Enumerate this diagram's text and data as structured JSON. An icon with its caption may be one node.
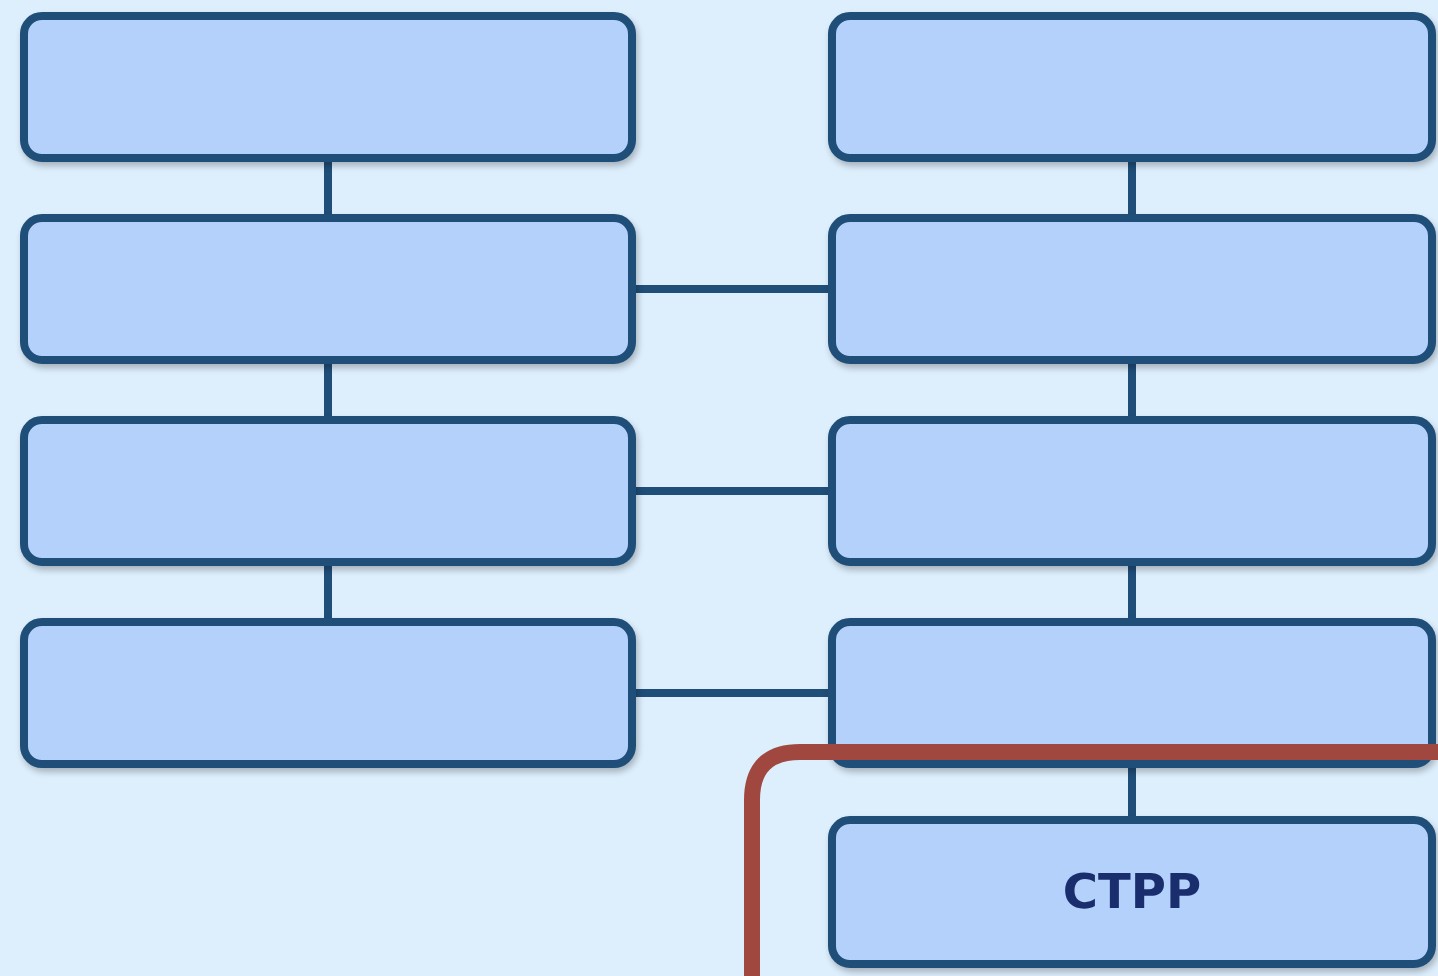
{
  "diagram": {
    "nodes": [
      {
        "text": [],
        "shape": "box"
      },
      {
        "text": [],
        "shape": "box"
      },
      {
        "text": [],
        "shape": "box"
      },
      {
        "text": [],
        "shape": "box"
      },
      {
        "text": [],
        "shape": "box"
      },
      {
        "text": [],
        "shape": "box"
      },
      {
        "text": [],
        "shape": "box"
      },
      {
        "text": [],
        "shape": "box"
      },
      {
        "text": [
          "CTPP"
        ]
      }
    ],
    "edges": [
      {
        "from": 0,
        "to": 1,
        "arrow": "none"
      },
      {
        "from": 1,
        "to": 2,
        "arrow": "none"
      },
      {
        "from": 2,
        "to": 3,
        "arrow": "none"
      },
      {
        "from": 4,
        "to": 5,
        "arrow": "none"
      },
      {
        "from": 5,
        "to": 6,
        "arrow": "none"
      },
      {
        "from": 6,
        "to": 7,
        "arrow": "none"
      },
      {
        "from": 7,
        "to": 8,
        "arrow": "none"
      },
      {
        "from": 1,
        "to": 5,
        "arrow": "none"
      },
      {
        "from": 2,
        "to": 6,
        "arrow": "none"
      },
      {
        "from": 3,
        "to": 7,
        "arrow": "none"
      }
    ]
  }
}
